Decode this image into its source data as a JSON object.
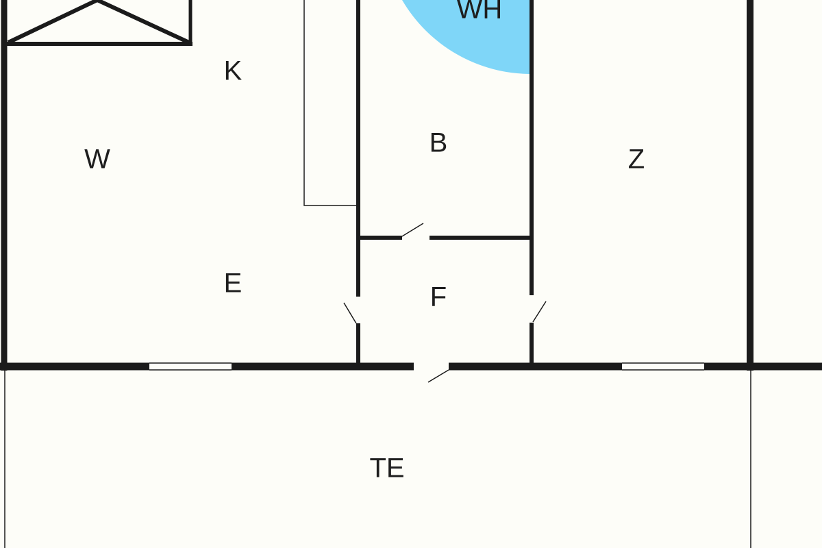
{
  "plan": {
    "rooms": [
      {
        "id": "wh",
        "label": "WH"
      },
      {
        "id": "k",
        "label": "K"
      },
      {
        "id": "w",
        "label": "W"
      },
      {
        "id": "b",
        "label": "B"
      },
      {
        "id": "z",
        "label": "Z"
      },
      {
        "id": "e",
        "label": "E"
      },
      {
        "id": "f",
        "label": "F"
      },
      {
        "id": "te",
        "label": "TE"
      }
    ],
    "colors": {
      "wall": "#1b1b1b",
      "background": "#fdfdf8",
      "shower": "#7fd6f8"
    }
  }
}
